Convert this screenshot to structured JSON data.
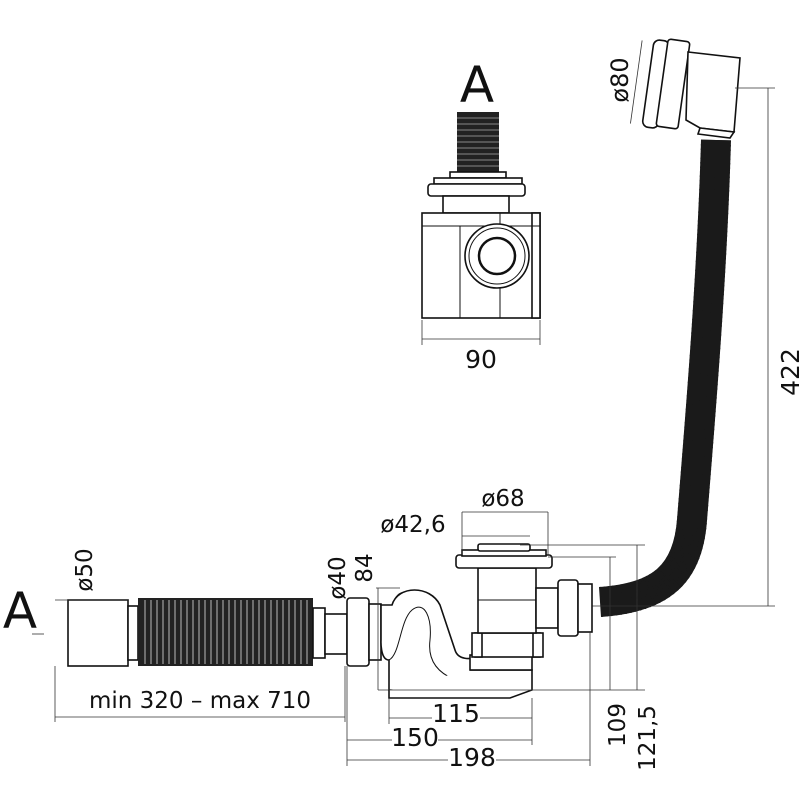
{
  "view_labels": {
    "section_top": "A",
    "section_left": "A"
  },
  "dimensions": {
    "overflow_diameter": "ø80",
    "width_view_a": "90",
    "height_total": "422",
    "outlet_diameter": "ø68",
    "plug_diameter": "ø42,6",
    "pipe_diameter_40": "ø40",
    "height_84": "84",
    "pipe_diameter_50": "ø50",
    "extension_range": "min 320 – max 710",
    "length_115": "115",
    "length_150": "150",
    "length_198": "198",
    "height_109": "109",
    "height_121_5": "121,5"
  }
}
